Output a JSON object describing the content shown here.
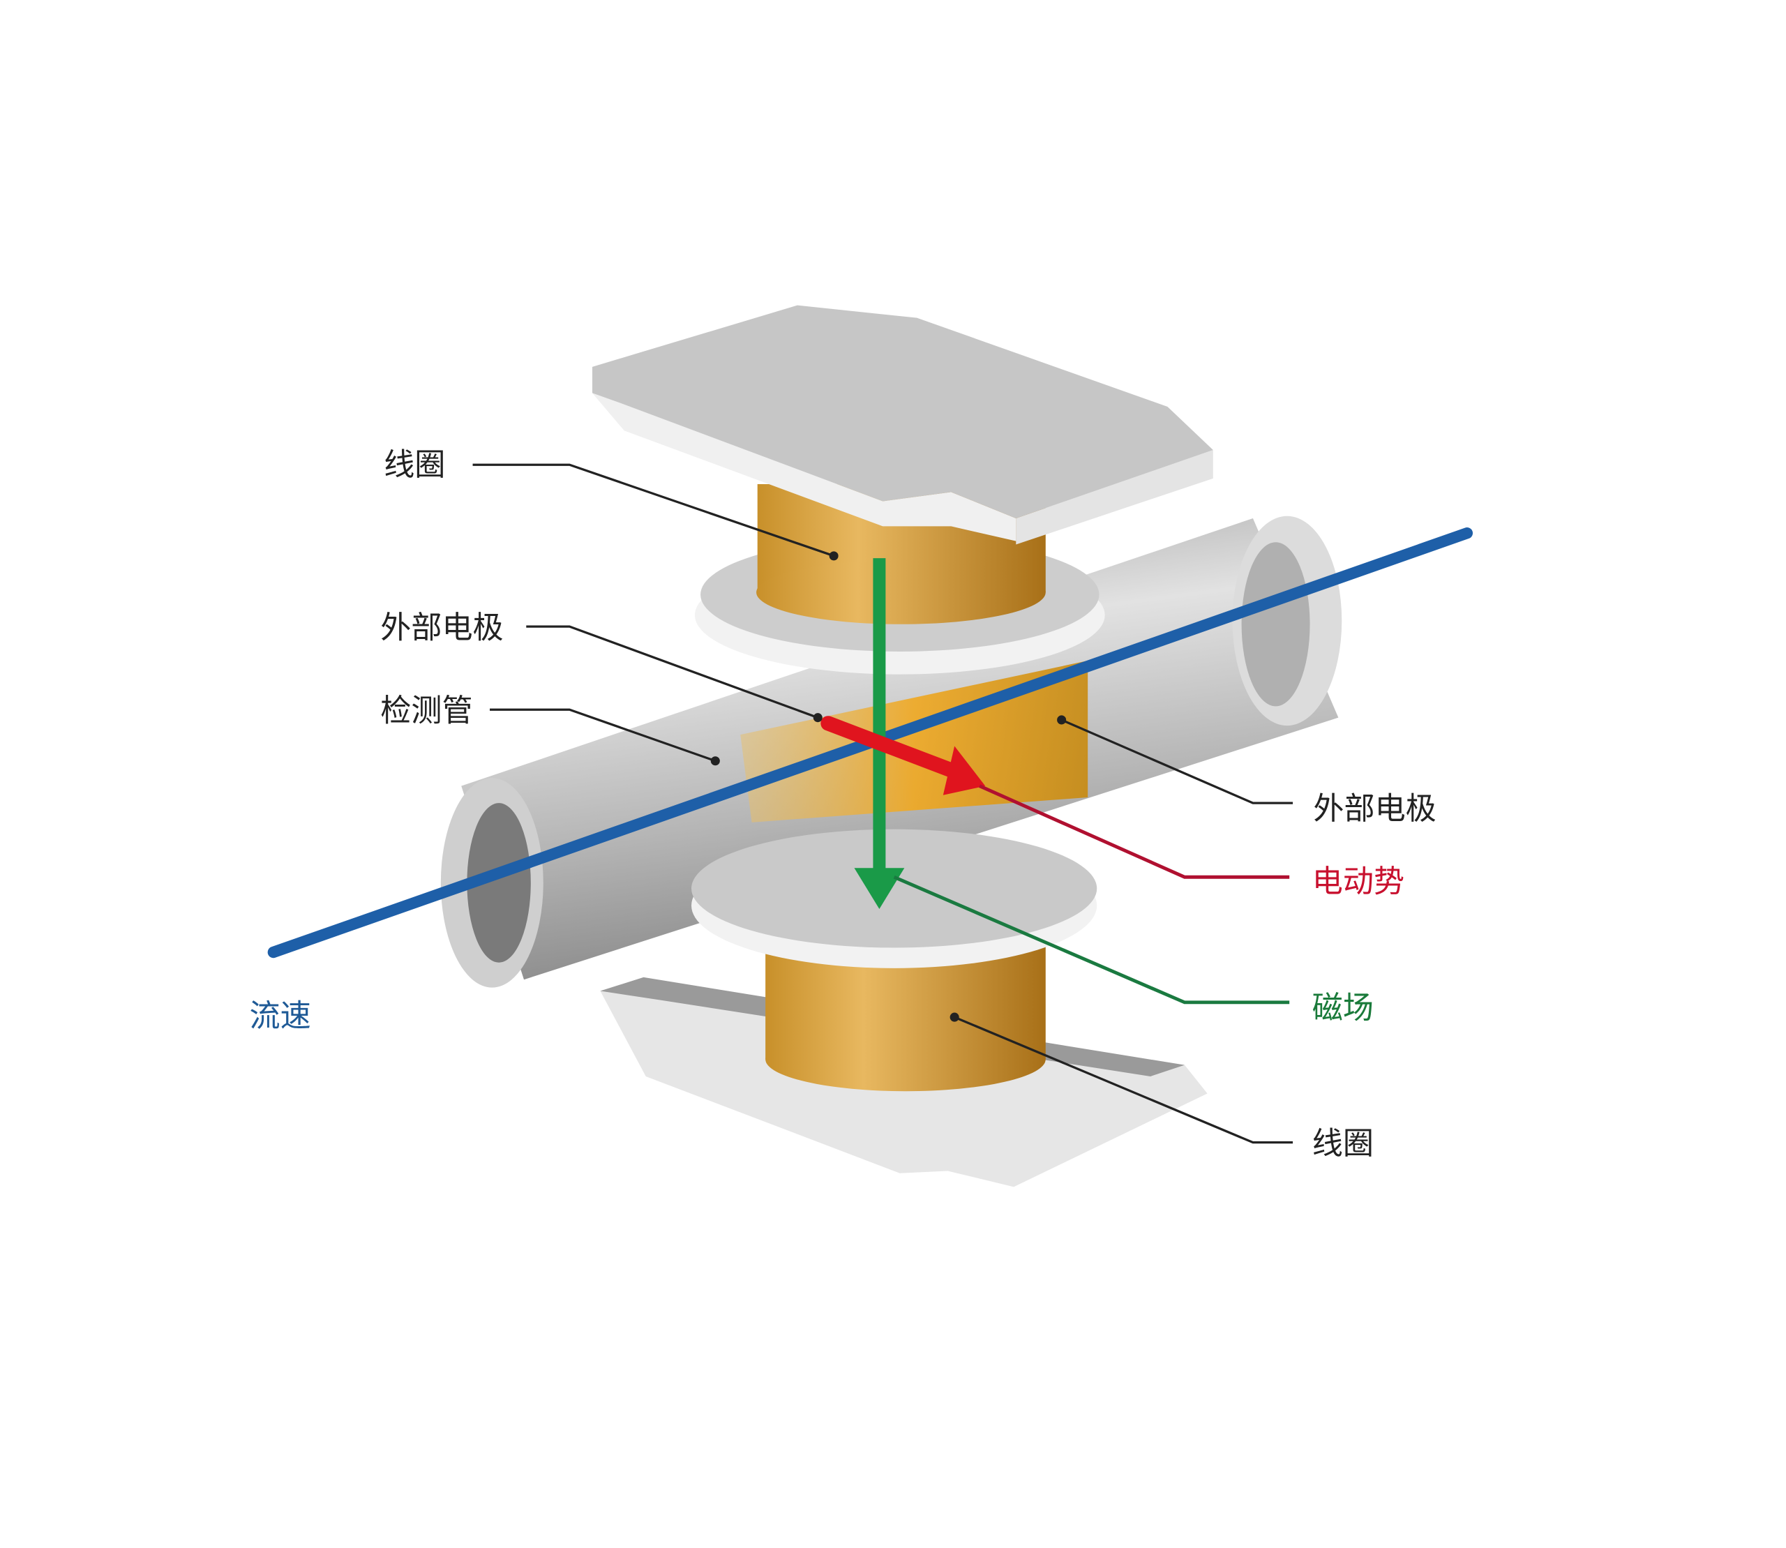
{
  "diagram": {
    "labels": {
      "coil_top": "线圈",
      "electrode_left": "外部电极",
      "detection_tube": "检测管",
      "electrode_right": "外部电极",
      "emf": "电动势",
      "magnetic_field": "磁场",
      "coil_bottom": "线圈",
      "flow_velocity": "流速"
    },
    "colors": {
      "text": "#222222",
      "emf": "#c8102e",
      "magnetic_field": "#1a7a3a",
      "flow_velocity": "#1f5a96",
      "flow_line": "#1e5fa8",
      "field_arrow": "#1a9a48",
      "emf_arrow": "#e0141e"
    }
  }
}
